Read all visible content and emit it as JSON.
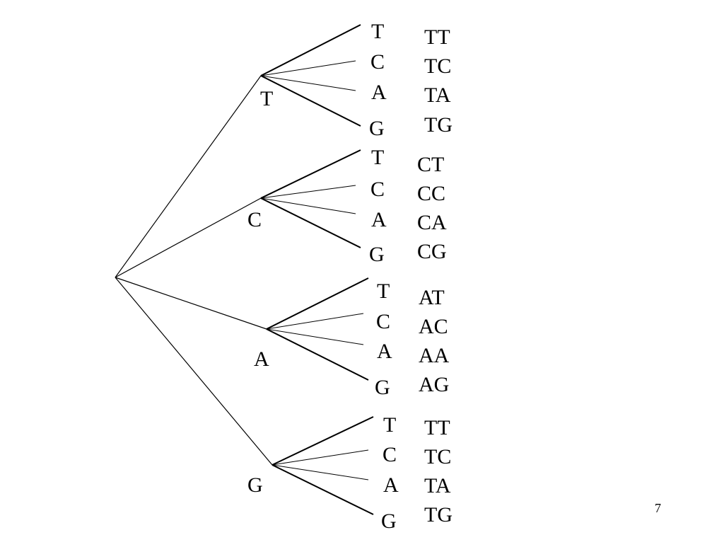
{
  "first_level": [
    "T",
    "C",
    "A",
    "G"
  ],
  "second_level": [
    "T",
    "C",
    "A",
    "G"
  ],
  "pairs": [
    [
      "TT",
      "TC",
      "TA",
      "TG"
    ],
    [
      "CT",
      "CC",
      "CA",
      "CG"
    ],
    [
      "AT",
      "AC",
      "AA",
      "AG"
    ],
    [
      "TT",
      "TC",
      "TA",
      "TG"
    ]
  ],
  "page_number": "7"
}
